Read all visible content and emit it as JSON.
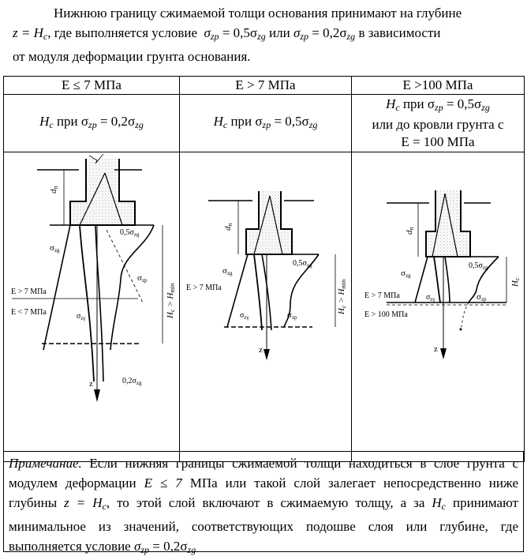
{
  "intro": {
    "line1": "Нижнюю границу сжимаемой толщи основания принимают на глубине",
    "line2_z": "z = H",
    "line2_c": "c",
    "line2_mid": ", где выполняется условие",
    "cond1": "σ",
    "cond1_sub": "zp",
    "cond1_eq": " = 0,5σ",
    "cond1_sub2": "zg",
    "or": " или ",
    "cond2": "σ",
    "cond2_sub": "zp",
    "cond2_eq": " = 0,2σ",
    "cond2_sub2": "zg",
    "line2_end": " в зависимости",
    "line3": "от модуля деформации грунта основания."
  },
  "table": {
    "headers": [
      "E ≤ 7 МПа",
      "E > 7 МПа",
      "E >100 МПа"
    ],
    "criteria": {
      "col1": "H",
      "col1_sub": "c",
      "col1_rest": " при σ",
      "col1_sub2": "zp",
      "col1_eq": " = 0,2σ",
      "col1_sub3": "zg",
      "col2": "H",
      "col2_sub": "c",
      "col2_rest": " при σ",
      "col2_sub2": "zp",
      "col2_eq": " = 0,5σ",
      "col2_sub3": "zg",
      "col3_line1": "H",
      "col3_line1_sub": "c",
      "col3_line1_rest": " при σ",
      "col3_line1_sub2": "zp",
      "col3_line1_eq": " = 0,5σ",
      "col3_line1_sub3": "zg",
      "col3_line2": "или до кровли грунта с",
      "col3_line3": "E = 100  МПа"
    }
  },
  "diagrams": {
    "d1": {
      "dn": "d",
      "dn_sub": "n",
      "half_szg": "0,5σ",
      "half_szg_sub": "zg",
      "szg": "σ",
      "szg_sub": "zg",
      "szp": "σ",
      "szp_sub": "zp",
      "sz": "σ",
      "sz_sub": "zγ",
      "e_gt": "E > 7 МПа",
      "e_lt": "E < 7 МПа",
      "hc": "H",
      "hc_sub": "c",
      "hmin": " > H",
      "hmin_sub": "min",
      "z": "z",
      "fifth": "0,2σ",
      "fifth_sub": "zg"
    },
    "d2": {
      "dn": "d",
      "dn_sub": "n",
      "half_szg": "0,5σ",
      "half_szg_sub": "zg",
      "szg": "σ",
      "szg_sub": "zg",
      "szp": "σ",
      "szp_sub": "zp",
      "sz": "σ",
      "sz_sub": "zγ",
      "e_gt": "E > 7 МПа",
      "hc": "H",
      "hc_sub": "c",
      "hmin": " > H",
      "hmin_sub": "min",
      "z": "z"
    },
    "d3": {
      "dn": "d",
      "dn_sub": "n",
      "half_szg": "0,5σ",
      "half_szg_sub": "zg",
      "szg": "σ",
      "szg_sub": "zg",
      "szp": "σ",
      "szp_sub": "zp",
      "sz": "σ",
      "sz_sub": "zγ",
      "e_gt": "E > 7 МПа",
      "e_100": "E > 100 МПа",
      "hc": "H",
      "hc_sub": "c",
      "z": "z"
    }
  },
  "note": {
    "label": "Примечание.",
    "t1": " Если нижняя границы сжимаемой толщи находиться в слое грунта с модулем деформации ",
    "e_cond": "E ≤ 7",
    "t2": " МПа или такой слой залегает непосредственно ниже глубины ",
    "z_eq": "z = H",
    "z_sub": "c",
    "t3": ", то этой слой включают в сжимаемую толщу, а за ",
    "hc": "H",
    "hc_sub": "c",
    "t4": " принимают минимальное из значений, соответствующих подошве слоя или глубине, где выполняется условие ",
    "final": "σ",
    "final_sub": "zp",
    "final_eq": " = 0,2σ",
    "final_sub2": "zg"
  }
}
